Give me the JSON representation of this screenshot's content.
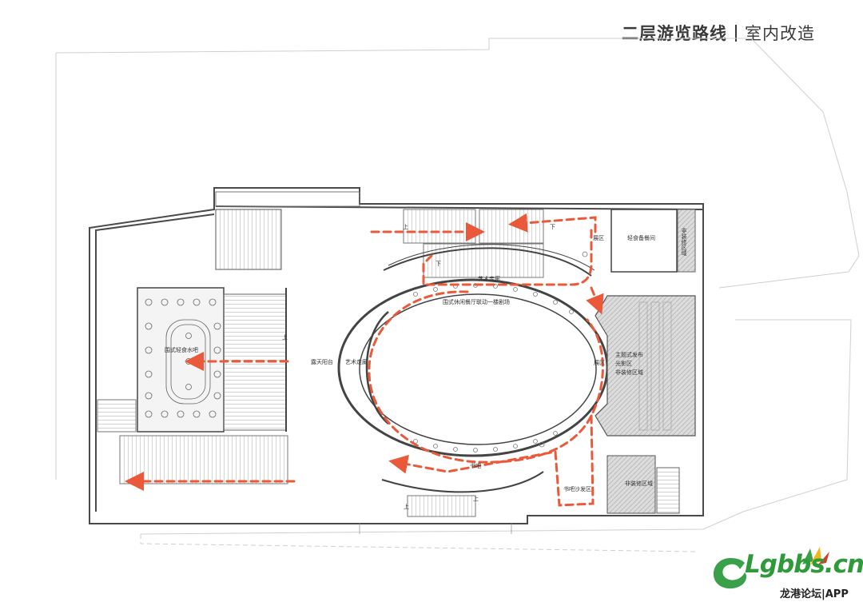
{
  "header": {
    "title": "二层游览路线",
    "subtitle": "室内改造"
  },
  "labels": {
    "light_food_bar": "围式轻食水吧",
    "terrace": "露天阳台",
    "art_corridor_west": "艺术走廊",
    "art_corridor_north": "艺术走廊",
    "restaurant_theater": "围式休闲餐厅联动一楼剧场",
    "book_bar": "书吧",
    "book_bar_sofa": "书吧沙发区",
    "exhibit_north": "展区",
    "exhibit_east": "展区",
    "prep_room": "轻食备餐间",
    "non_decor_vertical": "非装修区域",
    "theme_release": "主题式发布",
    "light_zone": "光影区",
    "non_decor_zone": "非装修区域",
    "non_decor_wc": "非装修区域"
  },
  "stair_marks": {
    "up_north": "上",
    "down_north_east": "下",
    "down_north": "下",
    "up_west": "上",
    "up_south": "上",
    "down_south": "上"
  },
  "logo": {
    "wordmark": "Lgbbs.cn",
    "caption": "龙港论坛|APP"
  },
  "colors": {
    "route": "#ea5a3a",
    "shaded": "#c9c9c9",
    "wall": "#4a4a4a"
  }
}
